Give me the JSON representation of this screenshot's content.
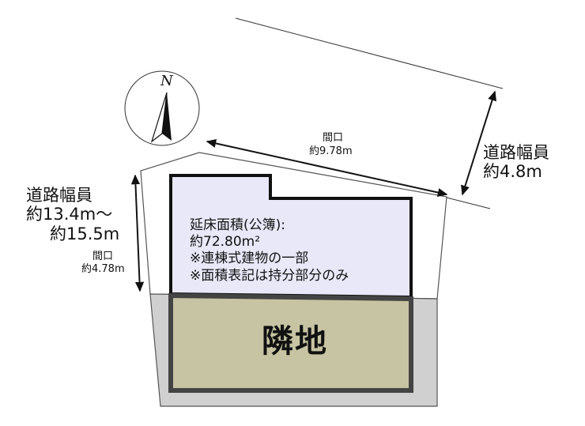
{
  "compass": {
    "icon": "north-arrow-icon",
    "letter": "N"
  },
  "road_north": {
    "name": "道路幅員",
    "width": "約4.8m"
  },
  "road_west": {
    "name": "道路幅員",
    "width_line1": "約13.4m～",
    "width_line2": "約15.5m"
  },
  "frontage_north": {
    "label": "間口",
    "value": "約9.78m"
  },
  "frontage_west": {
    "label": "間口",
    "value": "約4.78m"
  },
  "building": {
    "floor_area_label": "延床面積(公簿):",
    "floor_area_value": "約72.80m²",
    "note1": "※連棟式建物の一部",
    "note2": "※面積表記は持分部分のみ",
    "fill_color": "#e8e8f8"
  },
  "neighbor": {
    "label": "隣地",
    "fill_color": "#c6c4a2"
  },
  "colors": {
    "shaded_lot": "#d0d0d0",
    "outline": "#222222"
  }
}
